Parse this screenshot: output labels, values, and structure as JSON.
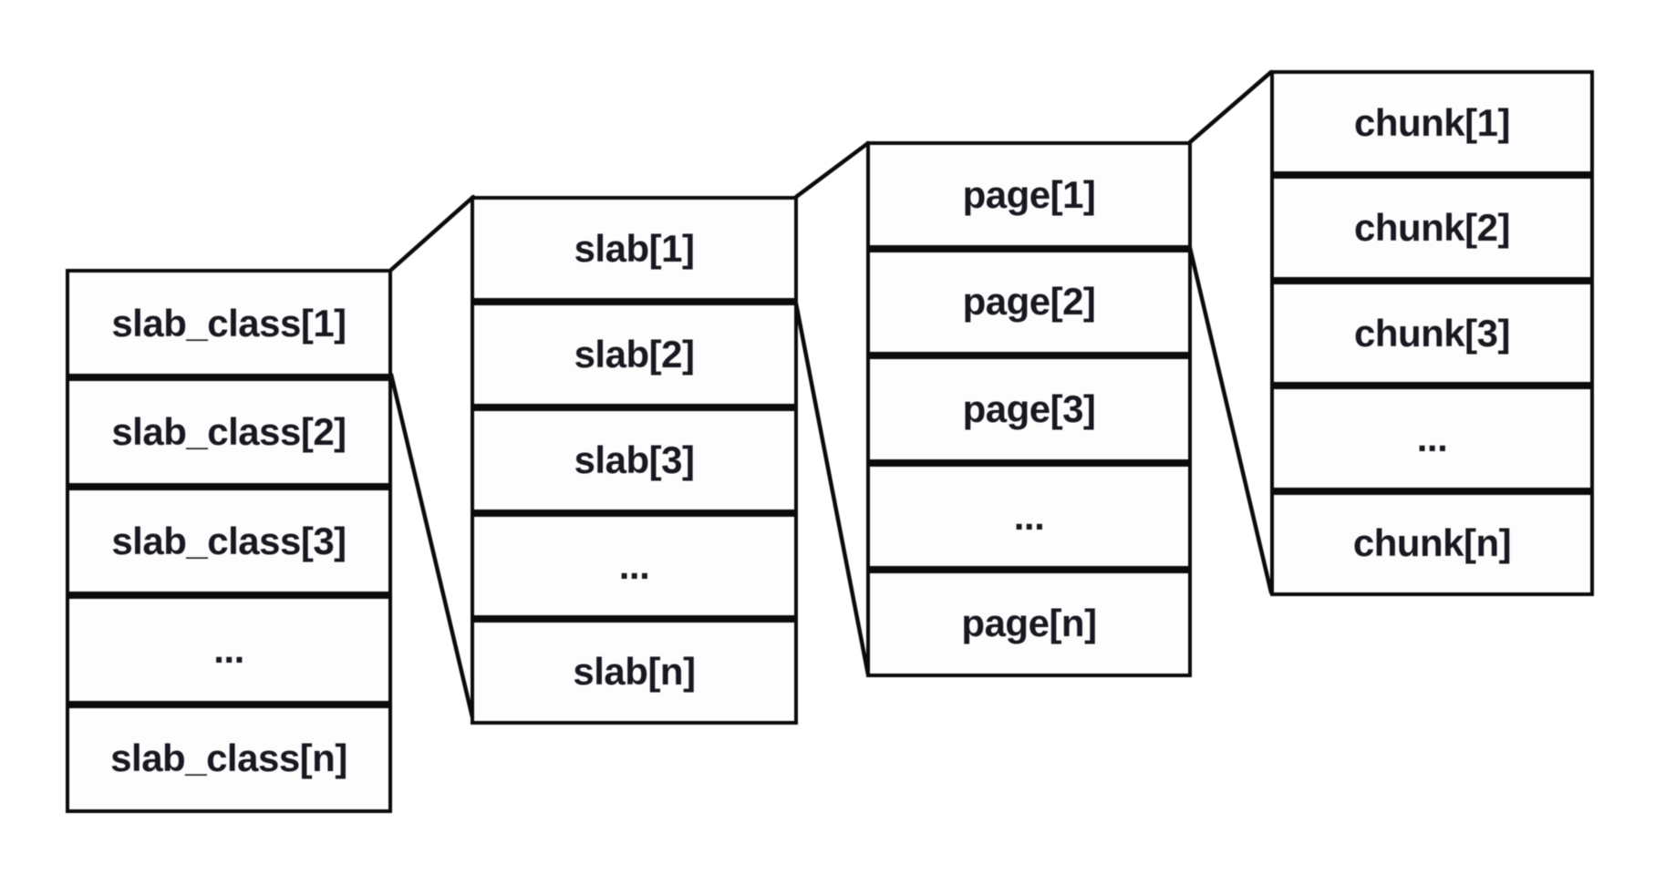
{
  "colors": {
    "background": "#ffffff",
    "line": "#0b0b0b",
    "text": "#181820"
  },
  "columns": {
    "slab_class": {
      "cells": [
        "slab_class[1]",
        "slab_class[2]",
        "slab_class[3]",
        "...",
        "slab_class[n]"
      ]
    },
    "slab": {
      "cells": [
        "slab[1]",
        "slab[2]",
        "slab[3]",
        "...",
        "slab[n]"
      ]
    },
    "page": {
      "cells": [
        "page[1]",
        "page[2]",
        "page[3]",
        "...",
        "page[n]"
      ]
    },
    "chunk": {
      "cells": [
        "chunk[1]",
        "chunk[2]",
        "chunk[3]",
        "...",
        "chunk[n]"
      ]
    }
  }
}
